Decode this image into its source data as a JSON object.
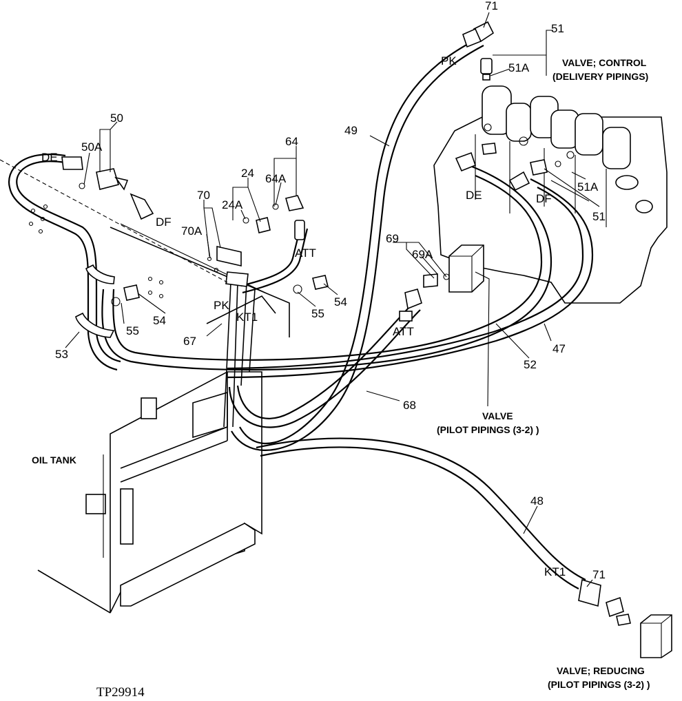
{
  "callouts": {
    "c71_top": "71",
    "c51_top": "51",
    "c51a_top": "51A",
    "c49": "49",
    "c50": "50",
    "c50a": "50A",
    "c64": "64",
    "c64a": "64A",
    "c24": "24",
    "c24a": "24A",
    "c70": "70",
    "c70a": "70A",
    "c69": "69",
    "c69a": "69A",
    "c51a_right": "51A",
    "c51_right": "51",
    "c55_left": "55",
    "c54_left": "54",
    "c54_mid": "54",
    "c55_mid": "55",
    "c53": "53",
    "c67": "67",
    "c47": "47",
    "c52": "52",
    "c68": "68",
    "c48": "48",
    "c71_bottom": "71"
  },
  "port_labels": {
    "pk_top": "PK",
    "de_left": "DE",
    "df_left": "DF",
    "att_left": "ATT",
    "pk_mid": "PK",
    "kt1_mid": "KT1",
    "de_right": "DE",
    "df_right": "DF",
    "att_right": "ATT",
    "kt1_bottom": "KT1"
  },
  "captions": {
    "control_valve_l1": "VALVE; CONTROL",
    "control_valve_l2": "(DELIVERY PIPINGS)",
    "pilot_valve_l1": "VALVE",
    "pilot_valve_l2": "(PILOT PIPINGS (3-2) )",
    "oil_tank": "OIL TANK",
    "reducing_valve_l1": "VALVE; REDUCING",
    "reducing_valve_l2": "(PILOT PIPINGS (3-2) )"
  },
  "figure_id": "TP29914"
}
